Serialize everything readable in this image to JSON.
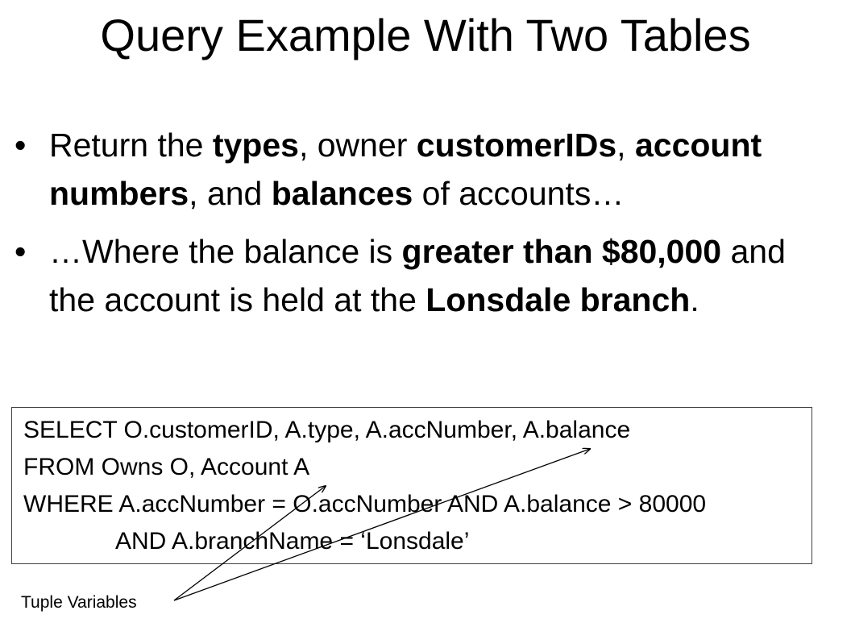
{
  "slide": {
    "title": "Query Example With Two Tables",
    "bullets": [
      {
        "parts": [
          {
            "text": "Return the ",
            "bold": false
          },
          {
            "text": "types",
            "bold": true
          },
          {
            "text": ", owner ",
            "bold": false
          },
          {
            "text": "customerIDs",
            "bold": true
          },
          {
            "text": ", ",
            "bold": false
          },
          {
            "text": "account numbers",
            "bold": true
          },
          {
            "text": ", and ",
            "bold": false
          },
          {
            "text": "balances",
            "bold": true
          },
          {
            "text": " of accounts…",
            "bold": false
          }
        ]
      },
      {
        "parts": [
          {
            "text": "…Where the balance is ",
            "bold": false
          },
          {
            "text": "greater than $80,000",
            "bold": true
          },
          {
            "text": " and the account is held at the ",
            "bold": false
          },
          {
            "text": "Lonsdale branch",
            "bold": true
          },
          {
            "text": ".",
            "bold": false
          }
        ]
      }
    ],
    "bullet_symbol": "•",
    "sql": {
      "line1": "SELECT O.customerID, A.type, A.accNumber, A.balance",
      "line2": "FROM Owns O, Account A",
      "line3": "WHERE A.accNumber = O.accNumber AND A.balance > 80000",
      "line4": "AND A.branchName = ‘Lonsdale’"
    },
    "annotation": {
      "label": "Tuple Variables",
      "arrow_count": 2
    }
  }
}
